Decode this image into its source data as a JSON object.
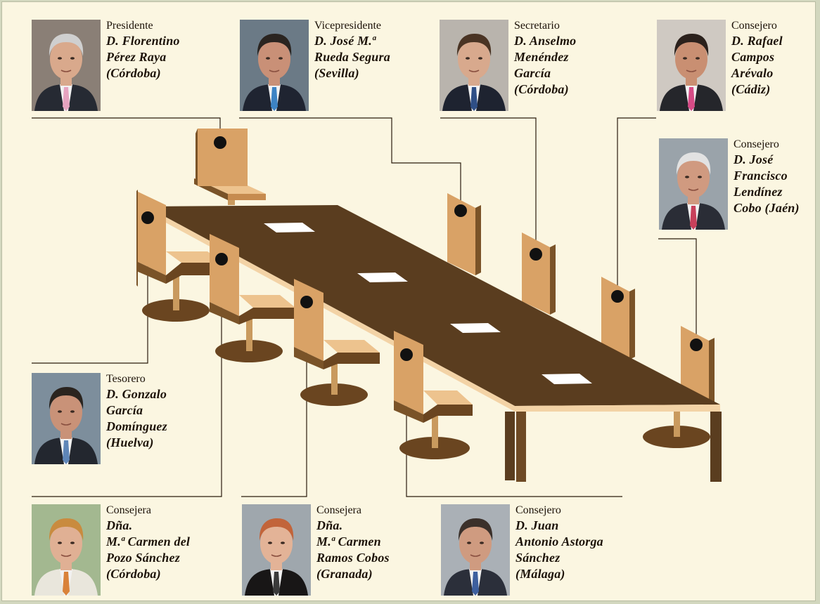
{
  "members": [
    {
      "role": "Presidente",
      "lines": [
        "D. Florentino",
        "Pérez Raya",
        "(Córdoba)"
      ]
    },
    {
      "role": "Vicepresidente",
      "lines": [
        "D. José M.ª",
        "Rueda Segura",
        "(Sevilla)"
      ]
    },
    {
      "role": "Secretario",
      "lines": [
        "D. Anselmo",
        "Menéndez",
        "García",
        "(Córdoba)"
      ]
    },
    {
      "role": "Consejero",
      "lines": [
        "D. Rafael",
        "Campos",
        "Arévalo",
        "(Cádiz)"
      ]
    },
    {
      "role": "Consejero",
      "lines": [
        "D. José",
        "Francisco",
        "Lendínez",
        "Cobo (Jaén)"
      ]
    },
    {
      "role": "Tesorero",
      "lines": [
        "D. Gonzalo",
        "García",
        "Domínguez",
        "(Huelva)"
      ]
    },
    {
      "role": "Consejera",
      "lines": [
        "Dña.",
        "M.ª Carmen del",
        "Pozo Sánchez",
        "(Córdoba)"
      ]
    },
    {
      "role": "Consejera",
      "lines": [
        "Dña.",
        "M.ª Carmen",
        "Ramos Cobos",
        "(Granada)"
      ]
    },
    {
      "role": "Consejero",
      "lines": [
        "D. Juan",
        "Antonio Astorga",
        "Sánchez",
        "(Málaga)"
      ]
    }
  ],
  "colors": {
    "background": "#fbf6e1",
    "table": "#5a3d1f",
    "chair_front": "#d9a266",
    "chair_side": "#7a5328",
    "seat": "#edc38e",
    "text": "#1c1208"
  }
}
